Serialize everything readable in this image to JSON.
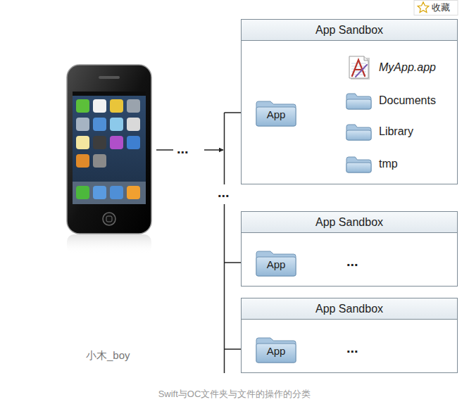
{
  "diagram": {
    "caption": "Swift与OC文件夹与文件的操作的分类",
    "nodes": [
      {
        "text": [
          "App Sandbox"
        ]
      },
      {
        "text": [
          "App"
        ],
        "in": 0
      },
      {
        "text": [
          "MyApp.app"
        ],
        "in": 0
      },
      {
        "text": [
          "Documents"
        ],
        "in": 0
      },
      {
        "text": [
          "Library"
        ],
        "in": 0
      },
      {
        "text": [
          "tmp"
        ],
        "in": 0
      },
      {
        "text": [
          "App Sandbox"
        ]
      },
      {
        "text": [
          "App"
        ],
        "in": 6
      },
      {
        "text": [
          "App Sandbox"
        ]
      },
      {
        "text": [
          "App"
        ],
        "in": 8
      }
    ],
    "edges": [
      {
        "from": 1,
        "to": 2,
        "arrow": "to"
      },
      {
        "from": 1,
        "to": 3,
        "arrow": "to"
      },
      {
        "from": 1,
        "to": 4,
        "arrow": "to"
      },
      {
        "from": 1,
        "to": 5,
        "arrow": "to"
      }
    ],
    "labels": [
      "收藏",
      "...",
      "...",
      "...",
      "...",
      "小木_boy"
    ]
  }
}
